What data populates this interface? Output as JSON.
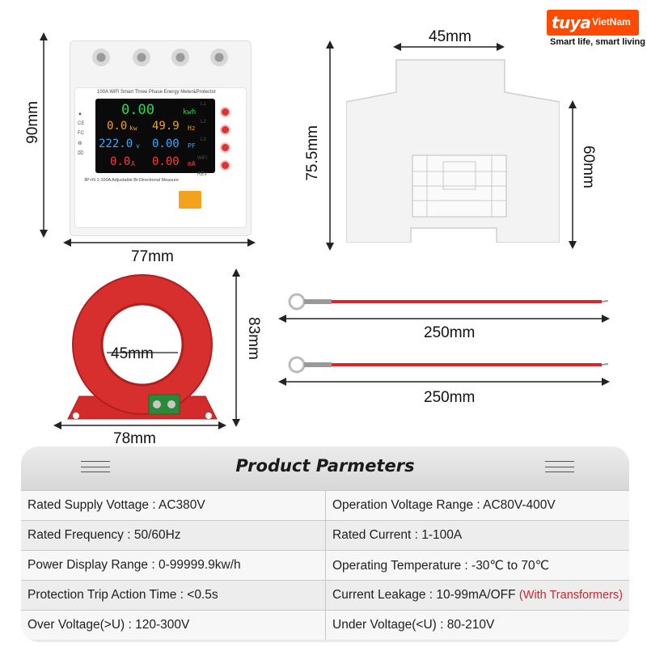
{
  "logo": {
    "brand": "tuya",
    "region": "VietNam",
    "tagline": "Smart life, smart living",
    "brand_color": "#ff4a00"
  },
  "meter": {
    "title": "100A WiFi Smart Three Phase Energy Meter&Protector",
    "readings": [
      {
        "value": "0.00",
        "unit": "kwh",
        "color": "#2ed84a"
      },
      {
        "value": "0.0",
        "unit": "kw",
        "value2": "49.9",
        "unit2": "Hz",
        "color": "#f6a11a"
      },
      {
        "value": "222.0",
        "unit": "v",
        "value2": "0.00",
        "unit2": "PF",
        "color": "#3aa8ff"
      },
      {
        "value": "0.0",
        "unit": "A",
        "value2": "0.00",
        "unit2": "mA",
        "color": "#ff3a3a"
      }
    ],
    "side_labels": [
      "L1",
      "L2",
      "L3",
      "WiFi",
      "REV"
    ],
    "footer": "3P+N 1-100A Adjustable    Bi-Directional Measure"
  },
  "dimensions": {
    "front_height": "90mm",
    "front_width": "77mm",
    "side_top": "45mm",
    "side_height": "75.5mm",
    "side_depth": "60mm",
    "ring_inner": "45mm",
    "ring_height": "83mm",
    "ring_width": "78mm",
    "wire1": "250mm",
    "wire2": "250mm"
  },
  "table": {
    "title": "Product Parmeters",
    "rows": [
      {
        "left": "Rated Supply Vottage : AC380V",
        "right": "Operation Voltage Range : AC80V-400V"
      },
      {
        "left": "Rated Frequency : 50/60Hz",
        "right": "Rated Current : 1-100A"
      },
      {
        "left": "Power Display Range : 0-99999.9kw/h",
        "right": "Operating Temperature : -30℃ to 70℃"
      },
      {
        "left": "Protection Trip Action Time : <0.5s",
        "right": "Current Leakage : 10-99mA/OFF",
        "right_note": "(With Transformers)"
      },
      {
        "left": "Over Voltage(>U) : 120-300V",
        "right": "Under Voltage(<U) : 80-210V"
      }
    ],
    "note_color": "#d0262d"
  }
}
